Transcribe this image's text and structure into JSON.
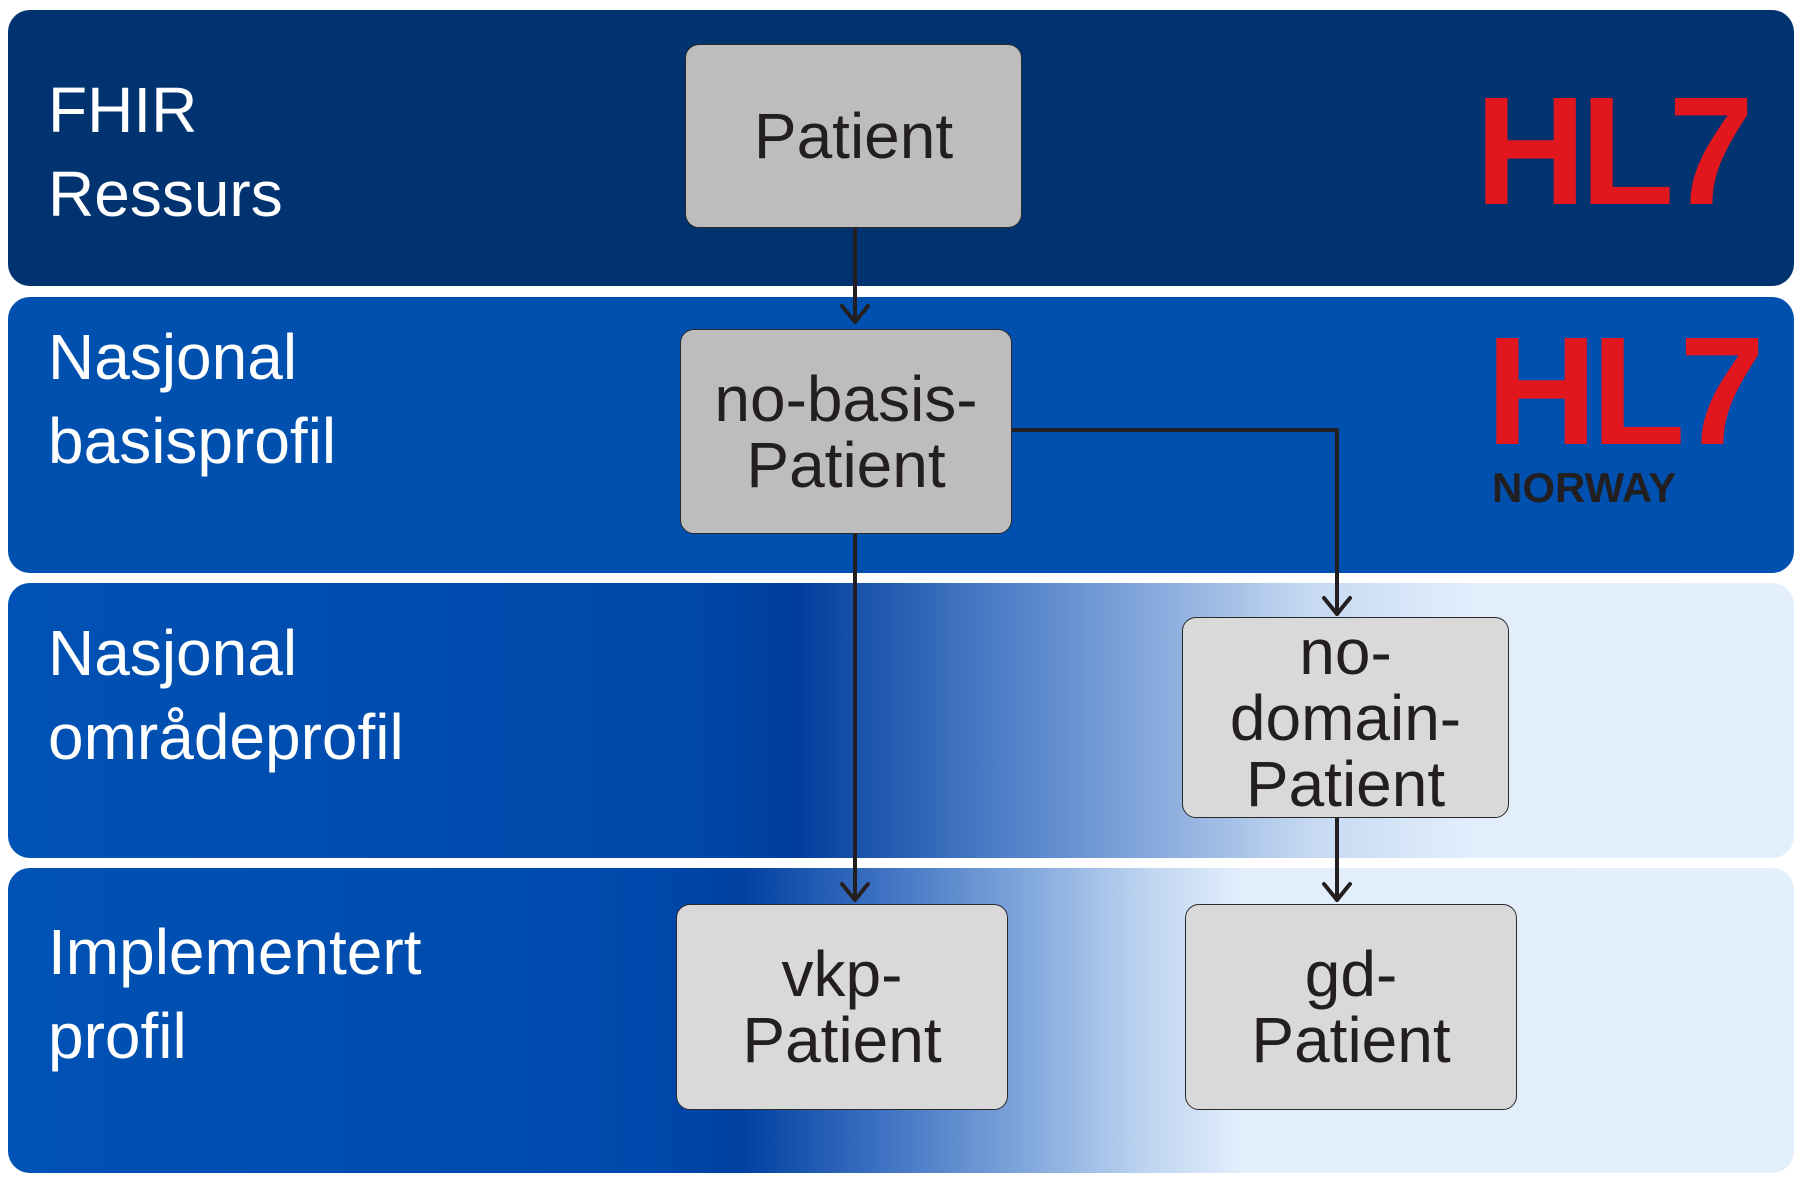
{
  "bands": [
    {
      "line1": "FHIR",
      "line2": "Ressurs"
    },
    {
      "line1": "Nasjonal",
      "line2": "basisprofil"
    },
    {
      "line1": "Nasjonal",
      "line2": "områdeprofil"
    },
    {
      "line1": "Implementert",
      "line2": "profil"
    }
  ],
  "boxes": {
    "patient": {
      "line1": "Patient"
    },
    "no_basis": {
      "line1": "no-basis-",
      "line2": "Patient"
    },
    "no_domain": {
      "line1": "no-",
      "line2": "domain-",
      "line3": "Patient"
    },
    "vkp": {
      "line1": "vkp-",
      "line2": "Patient"
    },
    "gd": {
      "line1": "gd-",
      "line2": "Patient"
    }
  },
  "logos": {
    "hl7": "HL7",
    "hl7_norway": "HL7",
    "norway": "NORWAY"
  },
  "colors": {
    "band_dark_navy": "#003370",
    "band_blue": "#0050b0",
    "hl7_red": "#e2171e",
    "box_gray": "#bdbdbd",
    "box_light_gray": "#d9d9d9"
  }
}
